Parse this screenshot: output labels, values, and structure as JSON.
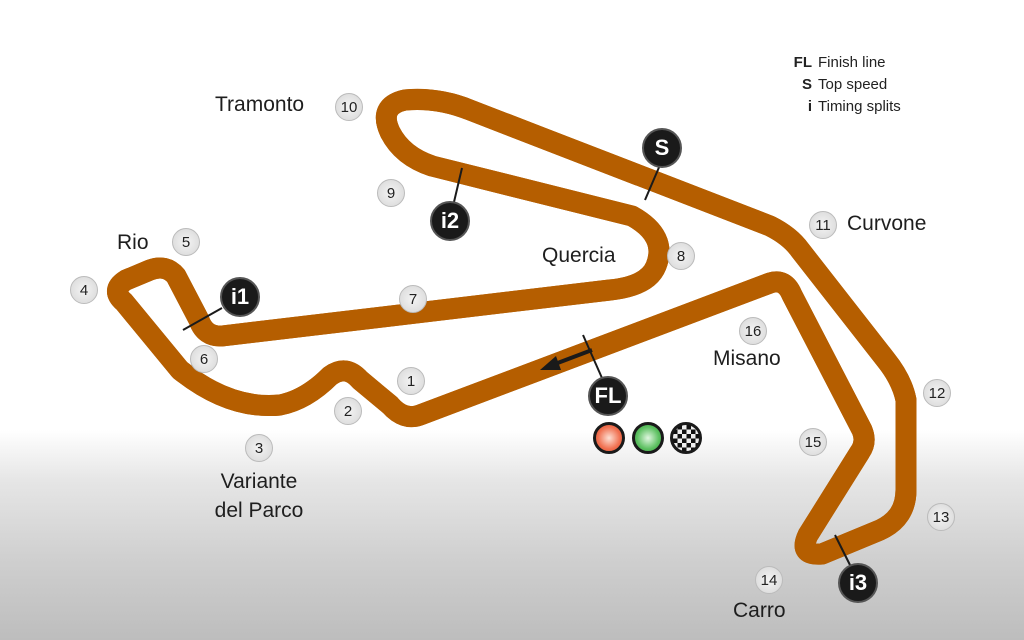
{
  "corners": {
    "c1": "1",
    "c2": "2",
    "c3": "3",
    "c4": "4",
    "c5": "5",
    "c6": "6",
    "c7": "7",
    "c8": "8",
    "c9": "9",
    "c10": "10",
    "c11": "11",
    "c12": "12",
    "c13": "13",
    "c14": "14",
    "c15": "15",
    "c16": "16"
  },
  "names": {
    "tramonto": "Tramonto",
    "rio": "Rio",
    "quercia": "Quercia",
    "curvone": "Curvone",
    "misano": "Misano",
    "variante1": "Variante",
    "variante2": "del Parco",
    "carro": "Carro"
  },
  "markers": {
    "s": "S",
    "i1": "i1",
    "i2": "i2",
    "i3": "i3",
    "fl": "FL"
  },
  "legend": [
    {
      "key": "FL",
      "text": "Finish line"
    },
    {
      "key": "S",
      "text": "Top speed"
    },
    {
      "key": "i",
      "text": "Timing splits"
    }
  ],
  "colors": {
    "track": "#e2800f",
    "track_edge": "#b55e00",
    "red_light": "#f07050",
    "green_light": "#5cc060"
  }
}
